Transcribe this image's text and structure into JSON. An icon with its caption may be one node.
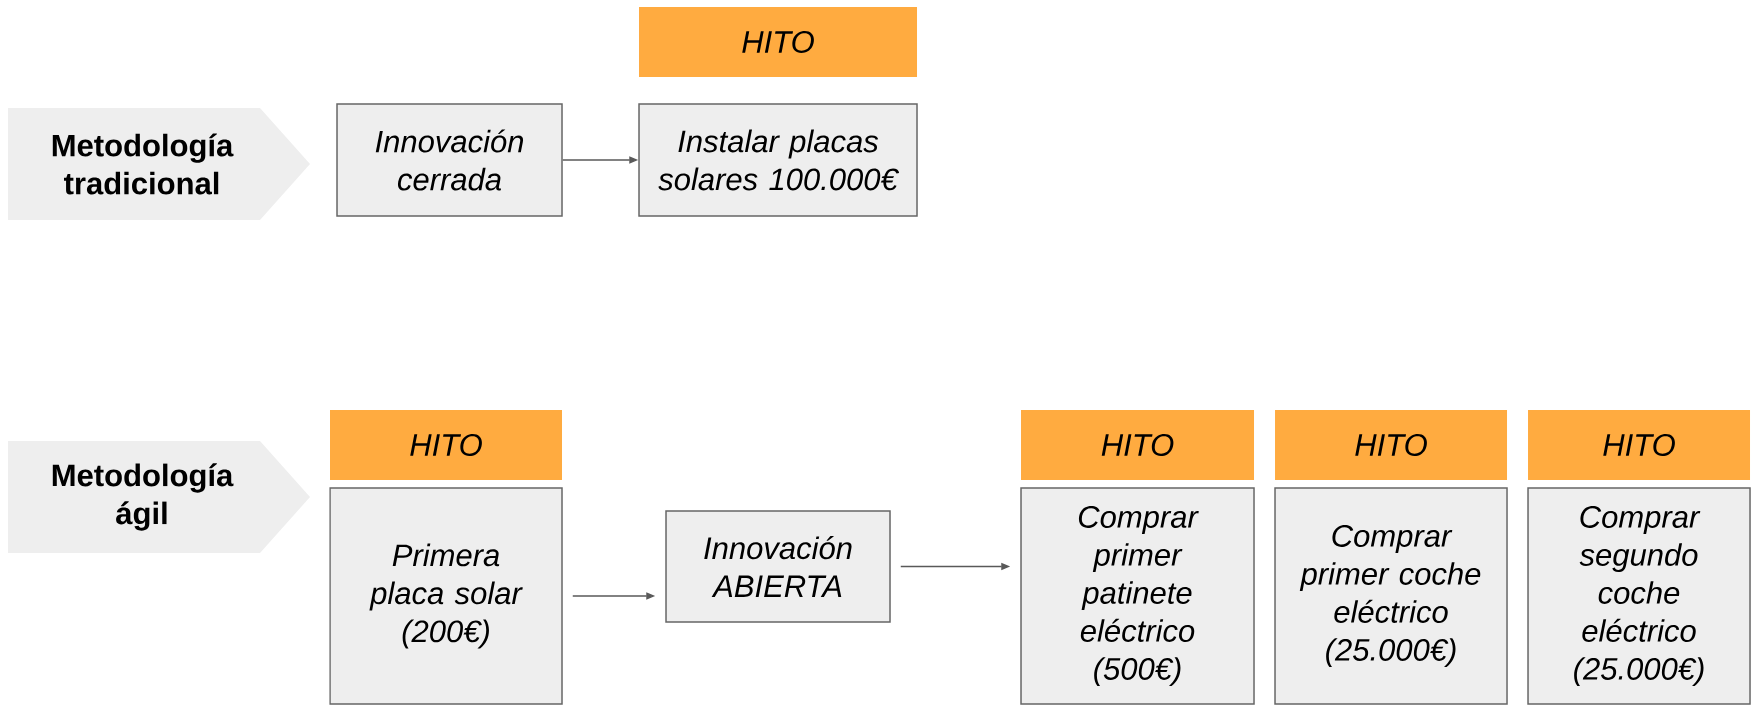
{
  "diagram": {
    "nodes": [
      {
        "text": [
          "Metodología tradicional"
        ]
      },
      {
        "text": [
          "Innovación cerrada"
        ]
      },
      {
        "text": [
          "HITO"
        ]
      },
      {
        "text": [
          "Instalar placas solares 100.000€"
        ]
      },
      {
        "text": [
          "Metodología ágil"
        ]
      },
      {
        "text": [
          "HITO"
        ]
      },
      {
        "text": [
          "Primera placa solar (200€)"
        ]
      },
      {
        "text": [
          "Innovación ABIERTA"
        ]
      },
      {
        "text": [
          "HITO"
        ]
      },
      {
        "text": [
          "Comprar primer patinete eléctrico (500€)"
        ]
      },
      {
        "text": [
          "HITO"
        ]
      },
      {
        "text": [
          "Comprar primer coche eléctrico (25.000€)"
        ]
      },
      {
        "text": [
          "HITO"
        ]
      },
      {
        "text": [
          "Comprar segundo coche eléctrico (25.000€)"
        ]
      }
    ],
    "edges": [
      {
        "from": 1,
        "to": 3,
        "arrow": "to"
      },
      {
        "from": 6,
        "to": 7,
        "arrow": "to"
      },
      {
        "from": 7,
        "to": 9,
        "arrow": "to"
      }
    ]
  }
}
